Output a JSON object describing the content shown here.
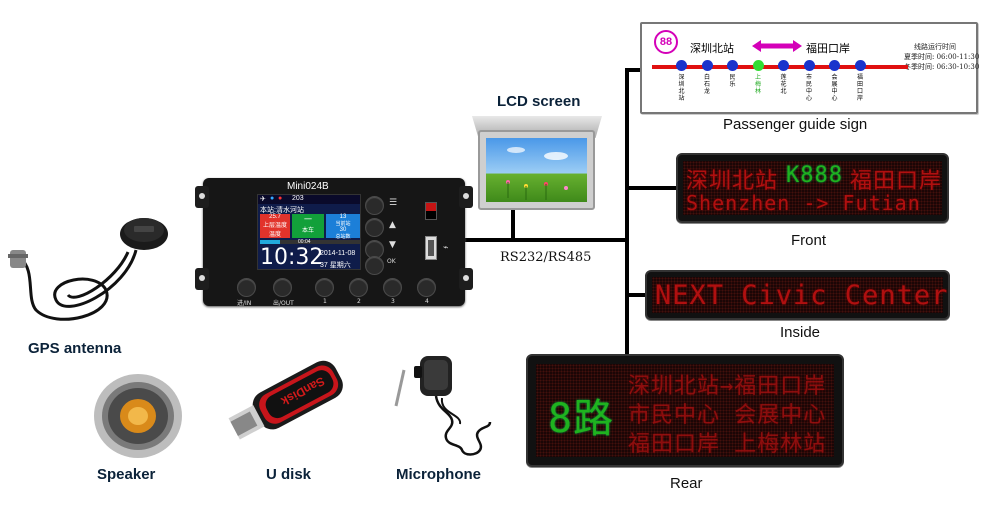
{
  "labels": {
    "lcd_screen": "LCD screen",
    "passenger_guide_sign": "Passenger guide sign",
    "front": "Front",
    "inside": "Inside",
    "rear": "Rear",
    "gps_antenna": "GPS antenna",
    "speaker": "Speaker",
    "u_disk": "U disk",
    "microphone": "Microphone",
    "interface": "RS232/RS485"
  },
  "guide_sign": {
    "route": "88",
    "from": "深圳北站",
    "to": "福田口岸",
    "info_title": "线路运行时间",
    "summer": "夏季时间: 06:00-11:30",
    "winter": "冬季时间: 06:30-10:30",
    "stops": [
      "深圳北站",
      "白石龙",
      "民乐",
      "上梅林",
      "莲花北",
      "市民中心",
      "会展中心",
      "福田口岸"
    ],
    "current_stop_index": 3
  },
  "front_display": {
    "line1_left": "深圳北站",
    "line1_route": "K888",
    "line1_right": "福田口岸",
    "line2": "Shenzhen -> Futian"
  },
  "inside_display": {
    "text": "NEXT Civic Center"
  },
  "rear_display": {
    "route": "8路",
    "rows": [
      "深圳北站→福田口岸",
      "市民中心 会展中心",
      "福田口岸 上梅林站"
    ]
  },
  "controller": {
    "model": "Mini024B",
    "status_text": "203",
    "station_label": "本站:清水河站",
    "tile1_top": "25.7",
    "tile1_mid": "上层温度",
    "tile1_bot": "温度",
    "tile2_top": "一",
    "tile2_bot": "本车",
    "tile3_top": "13",
    "tile3_mid": "当前站",
    "tile3_bot_num": "30",
    "tile3_bot": "总站数",
    "progress": "00:04",
    "time": "10:32",
    "date": "2014-11-08",
    "weekday": "37 星期六",
    "side_btn_menu": "☰",
    "side_btn_up": "▲",
    "side_btn_down": "▼",
    "side_btn_ok": "OK",
    "buttons": [
      "进/IN",
      "出/OUT",
      "1",
      "2",
      "3",
      "4"
    ]
  },
  "colors": {
    "wire": "#000000",
    "led_red": "#b01010",
    "led_green": "#1fb31f",
    "guide_line": "#e01010",
    "stop_blue": "#1a33cc",
    "stop_current": "#33dd33",
    "arrow_magenta": "#d400b8"
  }
}
